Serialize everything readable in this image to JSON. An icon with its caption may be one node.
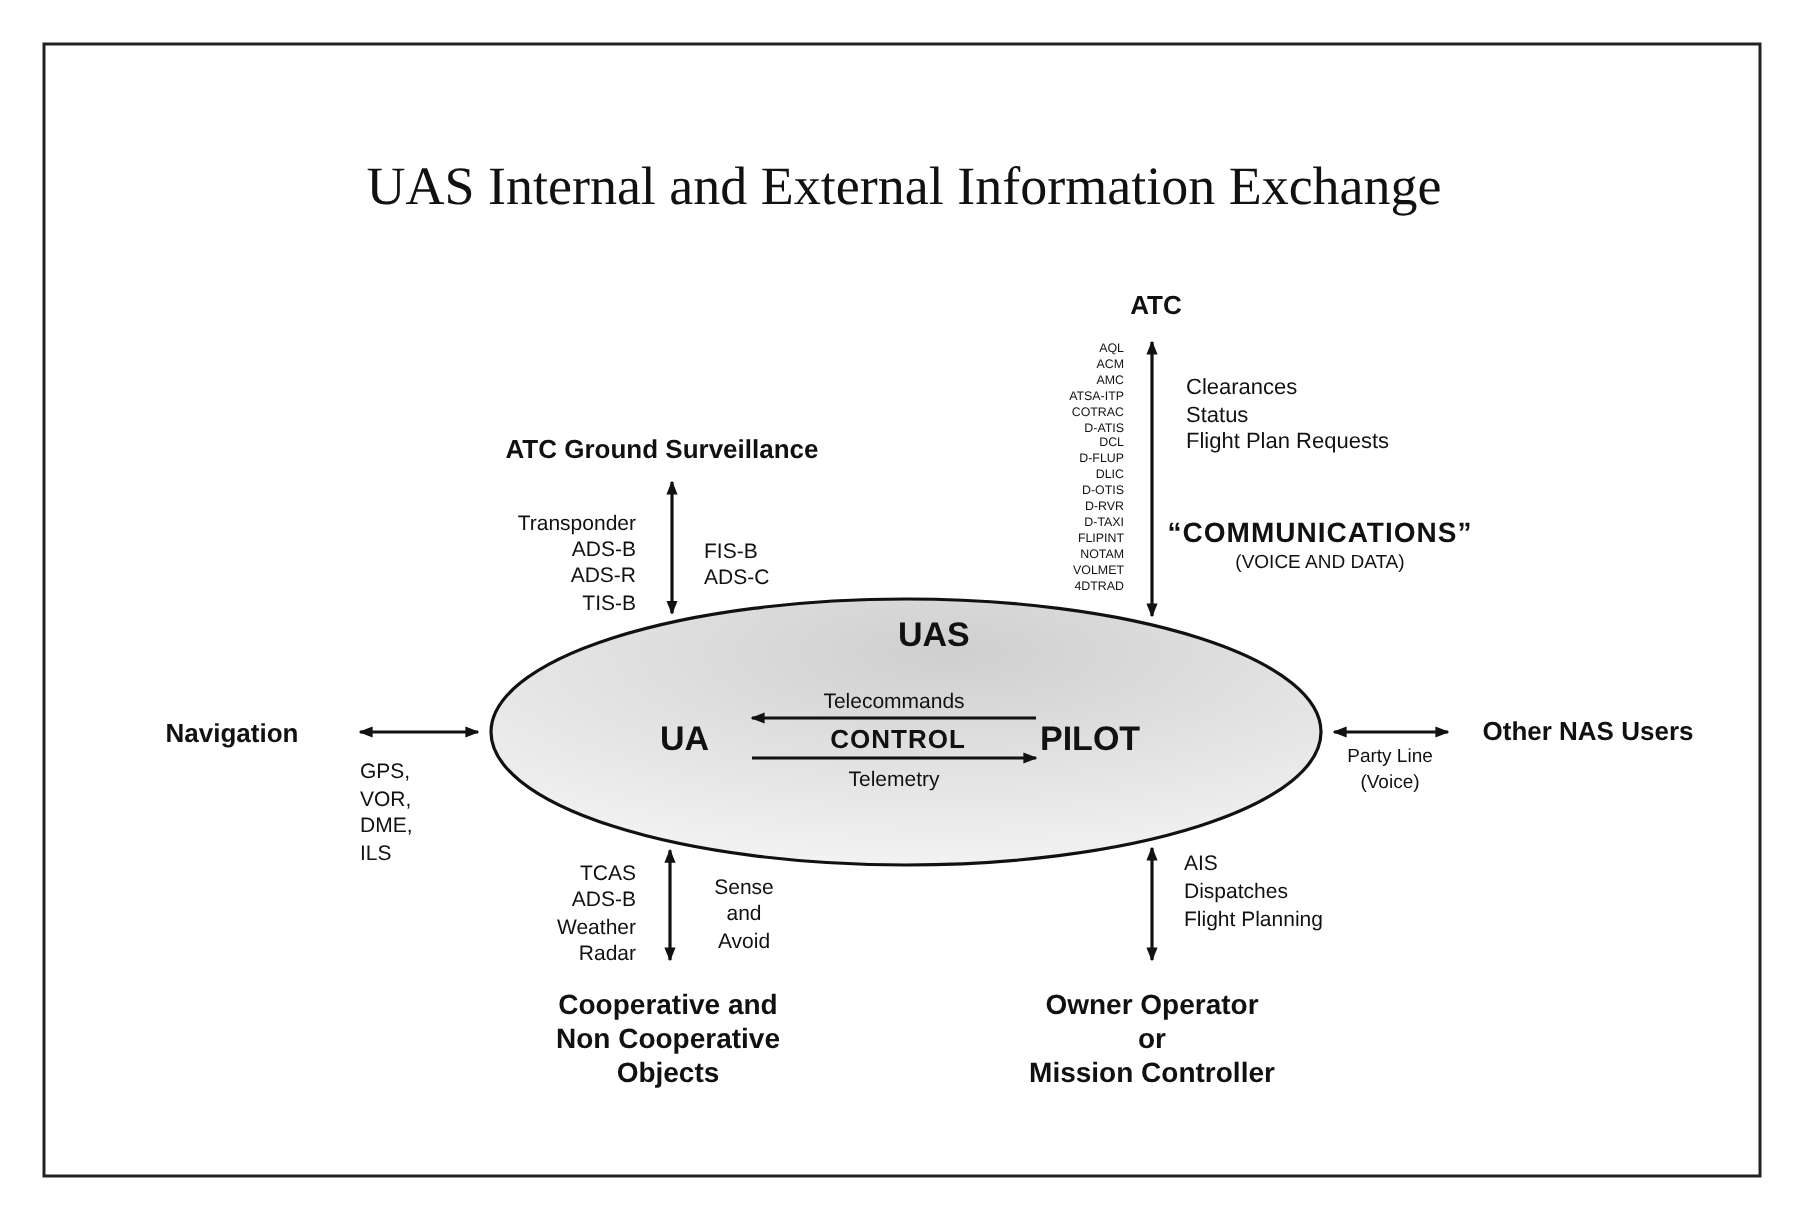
{
  "diagram": {
    "title": "UAS Internal and External Information Exchange",
    "nodes": [
      {
        "text": [
          "UAS"
        ]
      },
      {
        "text": [
          "UA"
        ],
        "in": 0
      },
      {
        "text": [
          "PILOT"
        ],
        "in": 0
      },
      {
        "text": [
          "ATC"
        ]
      },
      {
        "text": [
          "ATC Ground Surveillance"
        ]
      },
      {
        "text": [
          "Navigation"
        ]
      },
      {
        "text": [
          "Other NAS Users"
        ]
      },
      {
        "text": [
          "Cooperative and Non Cooperative Objects"
        ]
      },
      {
        "text": [
          "Owner Operator or Mission Controller"
        ]
      }
    ],
    "edges": [
      {
        "from": 4,
        "to": 0,
        "arrow": "both"
      },
      {
        "from": 3,
        "to": 0,
        "arrow": "both"
      },
      {
        "from": 5,
        "to": 0,
        "arrow": "both"
      },
      {
        "from": 0,
        "to": 6,
        "arrow": "both"
      },
      {
        "from": 7,
        "to": 0,
        "arrow": "both"
      },
      {
        "from": 8,
        "to": 0,
        "arrow": "both"
      },
      {
        "from": 2,
        "to": 1,
        "arrow": "to",
        "label": "Telecommands"
      },
      {
        "from": 1,
        "to": 2,
        "arrow": "to",
        "label": "Telemetry"
      }
    ],
    "labels": [
      "AQL",
      "ACM",
      "AMC",
      "ATSA-ITP",
      "COTRAC",
      "D-ATIS",
      "DCL",
      "D-FLUP",
      "DLIC",
      "D-OTIS",
      "D-RVR",
      "D-TAXI",
      "FLIPINT",
      "NOTAM",
      "VOLMET",
      "4DTRAD",
      "Clearances",
      "Status",
      "Flight Plan Requests",
      "“COMMUNICATIONS”",
      "(VOICE AND DATA)",
      "Transponder",
      "ADS-B",
      "ADS-R",
      "TIS-B",
      "FIS-B",
      "ADS-C",
      "CONTROL",
      "GPS,",
      "VOR,",
      "DME,",
      "ILS",
      "Party Line",
      "(Voice)",
      "TCAS",
      "ADS-B",
      "Weather",
      "Radar",
      "Sense",
      "and",
      "Avoid",
      "AIS",
      "Dispatches",
      "Flight Planning"
    ]
  }
}
